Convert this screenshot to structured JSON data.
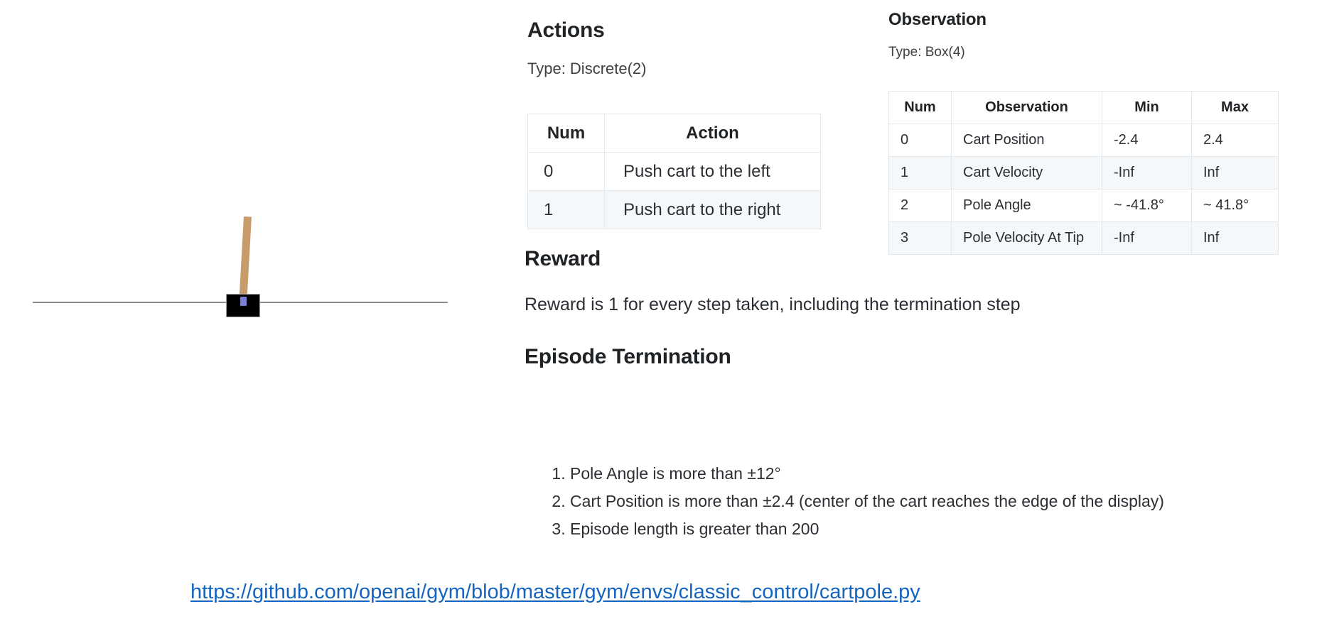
{
  "figure": {
    "caption": "cartpole-rendering",
    "parts": {
      "ground": "ground-line",
      "cart": "cart",
      "pole": "pole",
      "axle": "axle"
    },
    "colors": {
      "cart": "#000000",
      "pole": "#c89b6a",
      "axle": "#7b7fd4",
      "ground": "#8d8d8d"
    },
    "pole_tilt_degrees": 3.2
  },
  "actions": {
    "heading": "Actions",
    "type_line": "Type: Discrete(2)",
    "table": {
      "headers": [
        "Num",
        "Action"
      ],
      "rows": [
        [
          "0",
          "Push cart to the left"
        ],
        [
          "1",
          "Push cart to the right"
        ]
      ]
    }
  },
  "observation": {
    "heading": "Observation",
    "type_line": "Type: Box(4)",
    "table": {
      "headers": [
        "Num",
        "Observation",
        "Min",
        "Max"
      ],
      "rows": [
        [
          "0",
          "Cart Position",
          "-2.4",
          "2.4"
        ],
        [
          "1",
          "Cart Velocity",
          "-Inf",
          "Inf"
        ],
        [
          "2",
          "Pole Angle",
          "~ -41.8°",
          "~ 41.8°"
        ],
        [
          "3",
          "Pole Velocity At Tip",
          "-Inf",
          "Inf"
        ]
      ]
    }
  },
  "reward": {
    "heading": "Reward",
    "text": "Reward is 1 for every step taken, including the termination step"
  },
  "termination": {
    "heading": "Episode Termination",
    "items": [
      "Pole Angle is more than ±12°",
      "Cart Position is more than ±2.4 (center of the cart reaches the edge of the display)",
      "Episode length is greater than 200"
    ]
  },
  "footer": {
    "link_text": "https://github.com/openai/gym/blob/master/gym/envs/classic_control/cartpole.py",
    "link_color": "#1565c0"
  },
  "theme": {
    "background": "#ffffff",
    "text": "#2b2f33",
    "table_border": "#e3e7ea",
    "row_alt_background": "#f5f8fa"
  }
}
